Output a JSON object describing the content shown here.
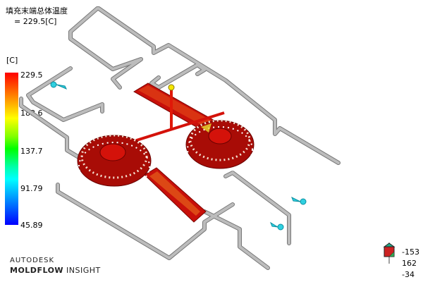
{
  "result": {
    "title": "填充末端总体温度",
    "value_line": "= 229.5[C]"
  },
  "legend": {
    "unit": "[C]",
    "ticks": [
      "229.5",
      "183.6",
      "137.7",
      "91.79",
      "45.89"
    ]
  },
  "branding": {
    "company": "AUTODESK",
    "product_bold": "MOLDFLOW",
    "product_light": " INSIGHT"
  },
  "orientation_triad": {
    "values": [
      "-153",
      "162",
      "-34"
    ]
  },
  "colors": {
    "part": "#d4120a",
    "part_highlight": "#f06a1a",
    "cooling_line": "#a8a8a8",
    "inlet_marker": "#2fd0e0"
  }
}
